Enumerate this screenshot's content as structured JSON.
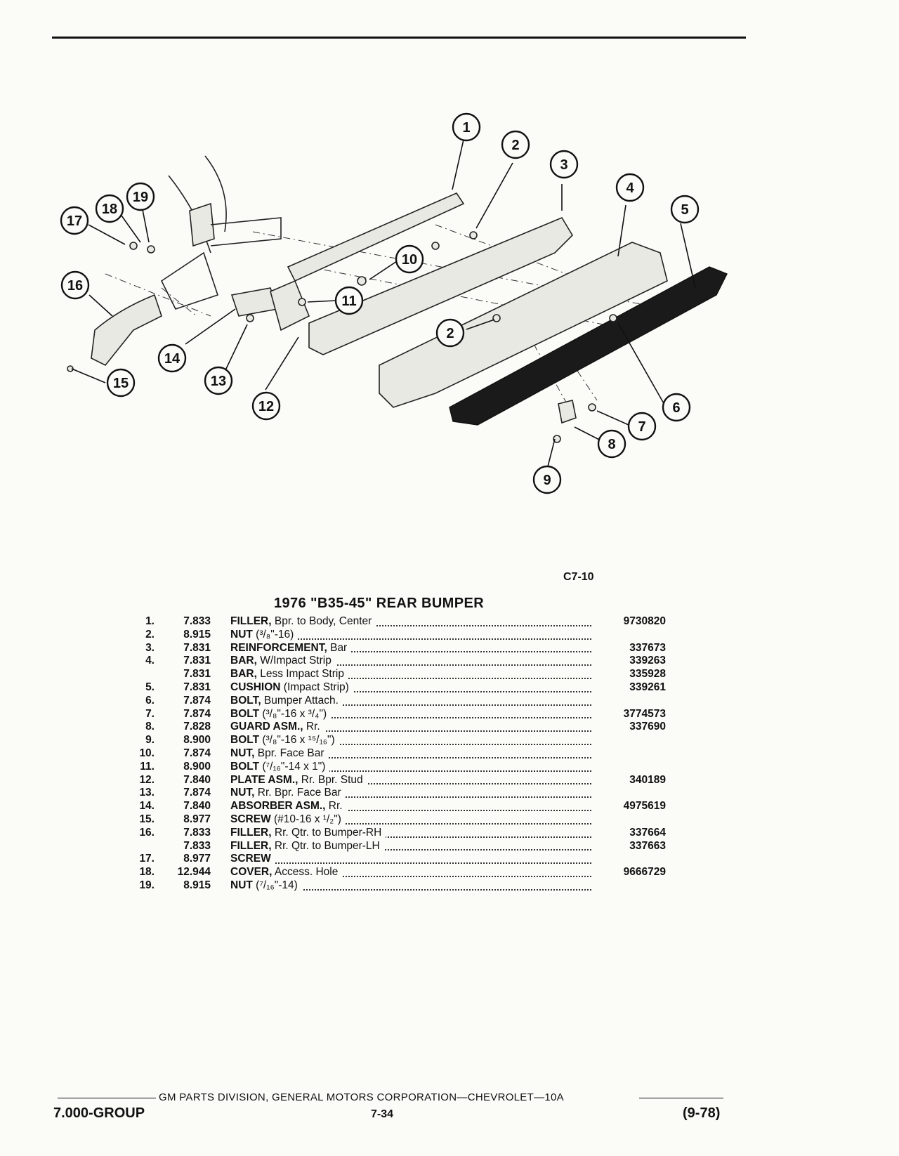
{
  "figure_code": "C7-10",
  "title": "1976 \"B35-45\" REAR BUMPER",
  "callouts": [
    "1",
    "2",
    "3",
    "4",
    "5",
    "6",
    "7",
    "8",
    "9",
    "10",
    "11",
    "12",
    "13",
    "14",
    "15",
    "16",
    "17",
    "18",
    "19",
    "2"
  ],
  "parts": [
    {
      "no": "1.",
      "group": "7.833",
      "name": "FILLER,",
      "spec": " Bpr. to Body, Center",
      "part_number": "9730820"
    },
    {
      "no": "2.",
      "group": "8.915",
      "name": "NUT",
      "spec": " (³/₈\"-16)",
      "part_number": ""
    },
    {
      "no": "3.",
      "group": "7.831",
      "name": "REINFORCEMENT,",
      "spec": " Bar",
      "part_number": "337673"
    },
    {
      "no": "4.",
      "group": "7.831",
      "name": "BAR,",
      "spec": " W/Impact Strip",
      "part_number": "339263"
    },
    {
      "no": "",
      "group": "7.831",
      "name": "BAR,",
      "spec": " Less Impact Strip",
      "part_number": "335928"
    },
    {
      "no": "5.",
      "group": "7.831",
      "name": "CUSHION",
      "spec": " (Impact Strip)",
      "part_number": "339261"
    },
    {
      "no": "6.",
      "group": "7.874",
      "name": "BOLT,",
      "spec": " Bumper Attach.",
      "part_number": ""
    },
    {
      "no": "7.",
      "group": "7.874",
      "name": "BOLT",
      "spec": " (³/₈\"-16 x ³/₄\")",
      "part_number": "3774573"
    },
    {
      "no": "8.",
      "group": "7.828",
      "name": "GUARD ASM.,",
      "spec": " Rr.",
      "part_number": "337690"
    },
    {
      "no": "9.",
      "group": "8.900",
      "name": "BOLT",
      "spec": " (³/₈\"-16 x ¹⁵/₁₆\")",
      "part_number": ""
    },
    {
      "no": "10.",
      "group": "7.874",
      "name": "NUT,",
      "spec": " Bpr. Face Bar",
      "part_number": ""
    },
    {
      "no": "11.",
      "group": "8.900",
      "name": "BOLT",
      "spec": " (⁷/₁₆\"-14 x 1\")",
      "part_number": ""
    },
    {
      "no": "12.",
      "group": "7.840",
      "name": "PLATE ASM.,",
      "spec": " Rr. Bpr. Stud",
      "part_number": "340189"
    },
    {
      "no": "13.",
      "group": "7.874",
      "name": "NUT,",
      "spec": " Rr. Bpr. Face Bar",
      "part_number": ""
    },
    {
      "no": "14.",
      "group": "7.840",
      "name": "ABSORBER ASM.,",
      "spec": " Rr.",
      "part_number": "4975619"
    },
    {
      "no": "15.",
      "group": "8.977",
      "name": "SCREW",
      "spec": " (#10-16 x ¹/₂\")",
      "part_number": ""
    },
    {
      "no": "16.",
      "group": "7.833",
      "name": "FILLER,",
      "spec": " Rr. Qtr. to Bumper-RH",
      "part_number": "337664"
    },
    {
      "no": "",
      "group": "7.833",
      "name": "FILLER,",
      "spec": " Rr. Qtr. to Bumper-LH",
      "part_number": "337663"
    },
    {
      "no": "17.",
      "group": "8.977",
      "name": "SCREW",
      "spec": "",
      "part_number": ""
    },
    {
      "no": "18.",
      "group": "12.944",
      "name": "COVER,",
      "spec": " Access. Hole",
      "part_number": "9666729"
    },
    {
      "no": "19.",
      "group": "8.915",
      "name": "NUT",
      "spec": " (⁷/₁₆\"-14)",
      "part_number": ""
    }
  ],
  "footer": {
    "publisher": "GM PARTS DIVISION, GENERAL MOTORS CORPORATION—CHEVROLET—10A",
    "group": "7.000-GROUP",
    "page": "7-34",
    "date": "(9-78)"
  }
}
